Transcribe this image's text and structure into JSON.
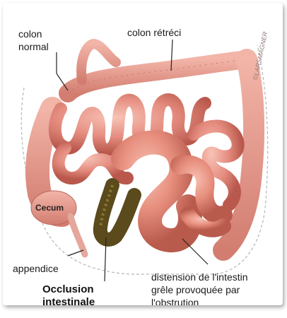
{
  "labels": {
    "colon_normal_1": "colon",
    "colon_normal_2": "normal",
    "colon_retreci": "colon rétréci",
    "cecum": "Cecum",
    "appendice": "appendice",
    "occlusion_1": "Occlusion",
    "occlusion_2": "intestinale",
    "distension_1": "distension de l'intestin",
    "distension_2": "grêle provoquée par",
    "distension_3": "l'obstrution"
  },
  "signature": "©LARSMAGNER",
  "colors": {
    "intestine_fill": "#e58d80",
    "intestine_dark": "#b9584c",
    "intestine_light": "#f3b7a8",
    "colon_fill": "#eaa095",
    "obstruction": "#5a4a1c",
    "leader_line": "#222222",
    "dashed_outline": "#b5b5b5"
  }
}
